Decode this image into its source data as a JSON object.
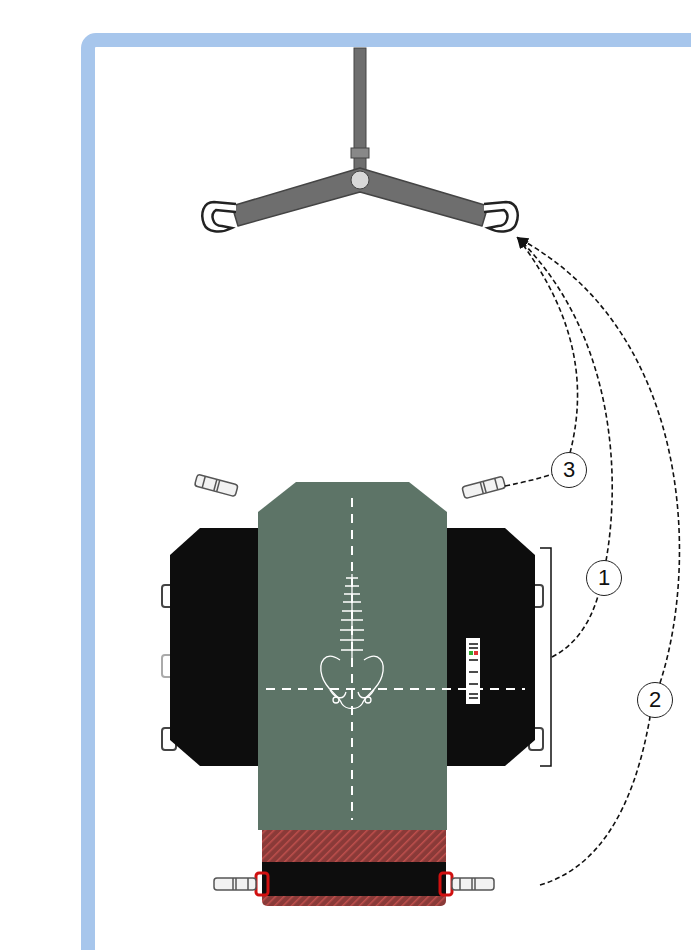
{
  "diagram": {
    "nodes": [
      {
        "text": [
          "3"
        ]
      },
      {
        "text": [
          "1"
        ]
      },
      {
        "text": [
          "2"
        ]
      }
    ]
  }
}
